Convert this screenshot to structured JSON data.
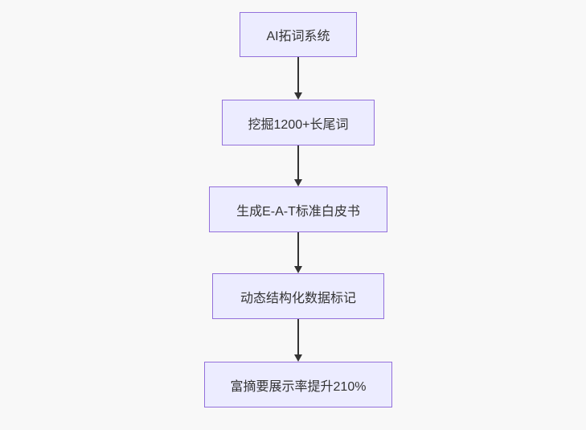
{
  "diagram": {
    "type": "flowchart",
    "direction": "top-to-bottom",
    "nodes": [
      {
        "label": "AI拓词系统"
      },
      {
        "label": "挖掘1200+长尾词"
      },
      {
        "label": "生成E-A-T标准白皮书"
      },
      {
        "label": "动态结构化数据标记"
      },
      {
        "label": "富摘要展示率提升210%"
      }
    ],
    "edges": [
      {
        "from": "AI拓词系统",
        "to": "挖掘1200+长尾词"
      },
      {
        "from": "挖掘1200+长尾词",
        "to": "生成E-A-T标准白皮书"
      },
      {
        "from": "生成E-A-T标准白皮书",
        "to": "动态结构化数据标记"
      },
      {
        "from": "动态结构化数据标记",
        "to": "富摘要展示率提升210%"
      }
    ],
    "colors": {
      "background": "#f8f8f8",
      "node_fill": "#ECECFF",
      "node_border": "#9370DB",
      "arrow": "#333333",
      "text": "#333333"
    }
  }
}
